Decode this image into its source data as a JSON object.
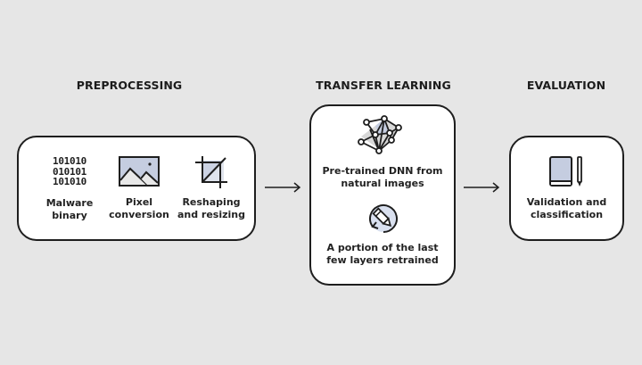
{
  "stages": {
    "preprocessing": {
      "title": "PREPROCESSING",
      "items": [
        {
          "icon": "binary-code-icon",
          "binary_text": "101010\n010101\n101010",
          "label": "Malware\nbinary"
        },
        {
          "icon": "image-icon",
          "label": "Pixel\nconversion"
        },
        {
          "icon": "crop-icon",
          "label": "Reshaping\nand resizing"
        }
      ]
    },
    "transfer_learning": {
      "title": "TRANSFER LEARNING",
      "items": [
        {
          "icon": "neural-network-icon",
          "label": "Pre-trained DNN from\nnatural images"
        },
        {
          "icon": "retrain-pencil-icon",
          "label": "A portion of the last\nfew layers retrained"
        }
      ]
    },
    "evaluation": {
      "title": "EVALUATION",
      "items": [
        {
          "icon": "notebook-pencil-icon",
          "label": "Validation and\nclassification"
        }
      ]
    }
  },
  "colors": {
    "background": "#e6e6e6",
    "box_fill": "#ffffff",
    "stroke": "#1e1e1e",
    "icon_fill": "#c5cde0",
    "icon_light": "#e2e2e2"
  }
}
